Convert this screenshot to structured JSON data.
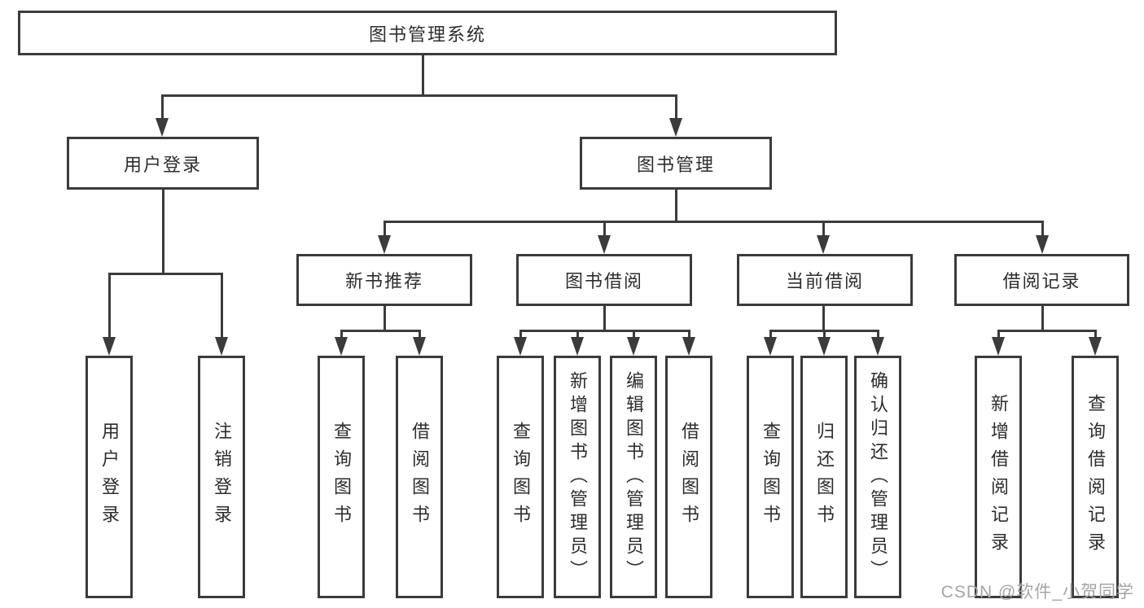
{
  "tree": {
    "root": {
      "label": "图书管理系统",
      "children": [
        {
          "label": "用户登录",
          "children": [
            {
              "label": "用户登录"
            },
            {
              "label": "注销登录"
            }
          ]
        },
        {
          "label": "图书管理",
          "children": [
            {
              "label": "新书推荐",
              "children": [
                {
                  "label": "查询图书"
                },
                {
                  "label": "借阅图书"
                }
              ]
            },
            {
              "label": "图书借阅",
              "children": [
                {
                  "label": "查询图书"
                },
                {
                  "label": "新增图书（管理员）"
                },
                {
                  "label": "编辑图书（管理员）"
                },
                {
                  "label": "借阅图书"
                }
              ]
            },
            {
              "label": "当前借阅",
              "children": [
                {
                  "label": "查询图书"
                },
                {
                  "label": "归还图书"
                },
                {
                  "label": "确认归还（管理员）"
                }
              ]
            },
            {
              "label": "借阅记录",
              "children": [
                {
                  "label": "新增借阅记录"
                },
                {
                  "label": "查询借阅记录"
                }
              ]
            }
          ]
        }
      ]
    }
  },
  "watermark": {
    "text": "CSDN @软件_小贺同学"
  },
  "colors": {
    "line": "#3b3b3b",
    "text": "#2d2d2d",
    "background": "#ffffff",
    "watermark": "#a5a5a5"
  }
}
